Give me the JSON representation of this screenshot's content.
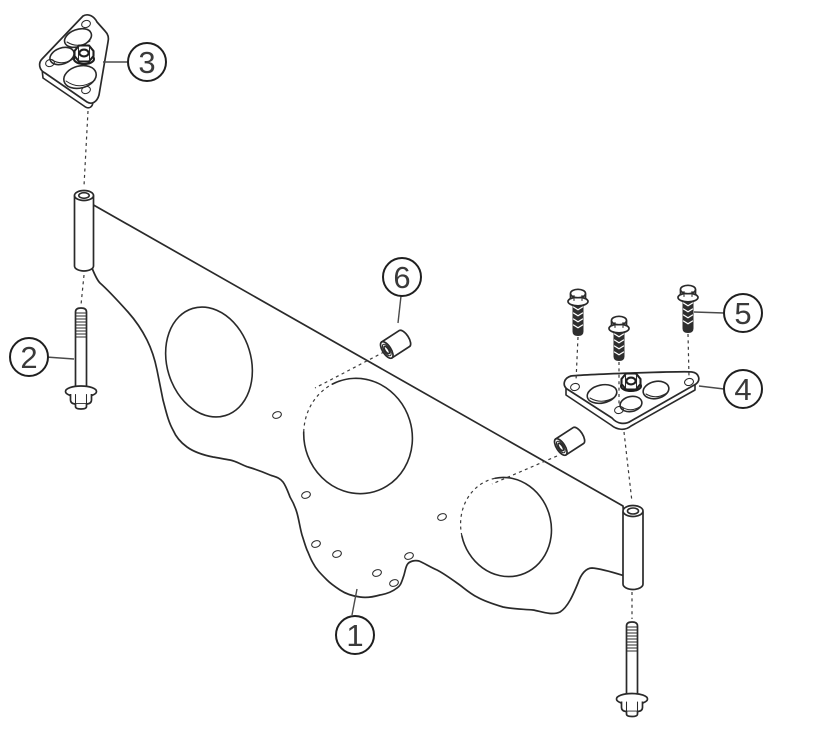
{
  "diagram": {
    "kind": "exploded-assembly-diagram",
    "background_color": "#ffffff",
    "line_color": "#2a2a2a",
    "callout_text_color": "#3a3a3a",
    "callouts": [
      {
        "number": "1",
        "part": "main-bracket-plate"
      },
      {
        "number": "2",
        "part": "long-flange-bolt-front-left"
      },
      {
        "number": "3",
        "part": "triangular-flange-plate-upper"
      },
      {
        "number": "4",
        "part": "triangular-flange-plate-right"
      },
      {
        "number": "5",
        "part": "small-flange-bolt-set"
      },
      {
        "number": "6",
        "part": "spacer-bushing"
      }
    ]
  }
}
